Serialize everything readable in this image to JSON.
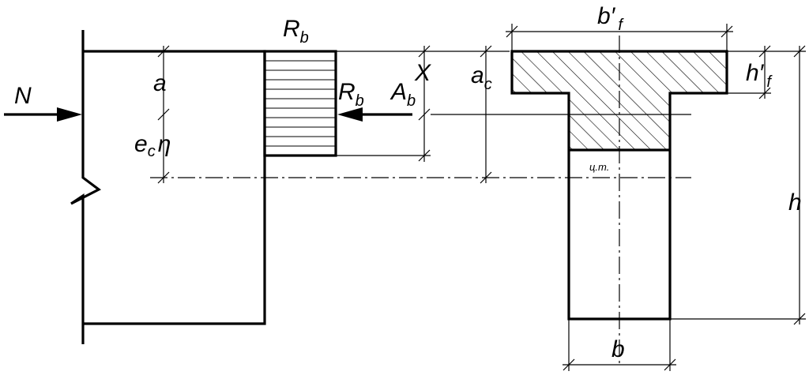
{
  "labels": {
    "N": "N",
    "Rb_top": "R",
    "Rb_top_sub": "b",
    "Rb_mid": "R",
    "Rb_mid_sub": "b",
    "Ab": "A",
    "Ab_sub": "b",
    "X": "X",
    "a": "a",
    "ec_eta_e": "e",
    "ec_eta_sub": "c",
    "ec_eta_greek": "η",
    "ac": "a",
    "ac_sub": "c",
    "bf": "b′",
    "bf_sub": "f",
    "hf": "h′",
    "hf_sub": "f",
    "h": "h",
    "b": "b",
    "ct": "ц.т."
  }
}
